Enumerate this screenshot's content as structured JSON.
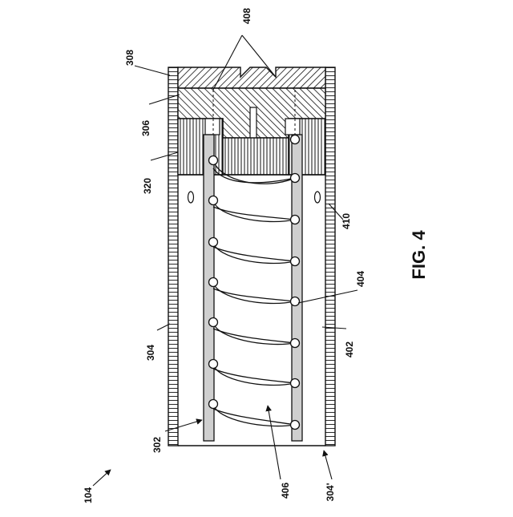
{
  "figure": {
    "caption": "FIG. 4",
    "assembly_ref": "104"
  },
  "reference_numerals": {
    "r302": "302",
    "r304": "304",
    "r304p": "304'",
    "r306": "306",
    "r308": "308",
    "r320": "320",
    "r402": "402",
    "r404": "404",
    "r406": "406",
    "r408": "408",
    "r410": "410"
  },
  "colors": {
    "line": "#111111",
    "background": "#ffffff",
    "rod_fill": "#cfcfcf"
  }
}
